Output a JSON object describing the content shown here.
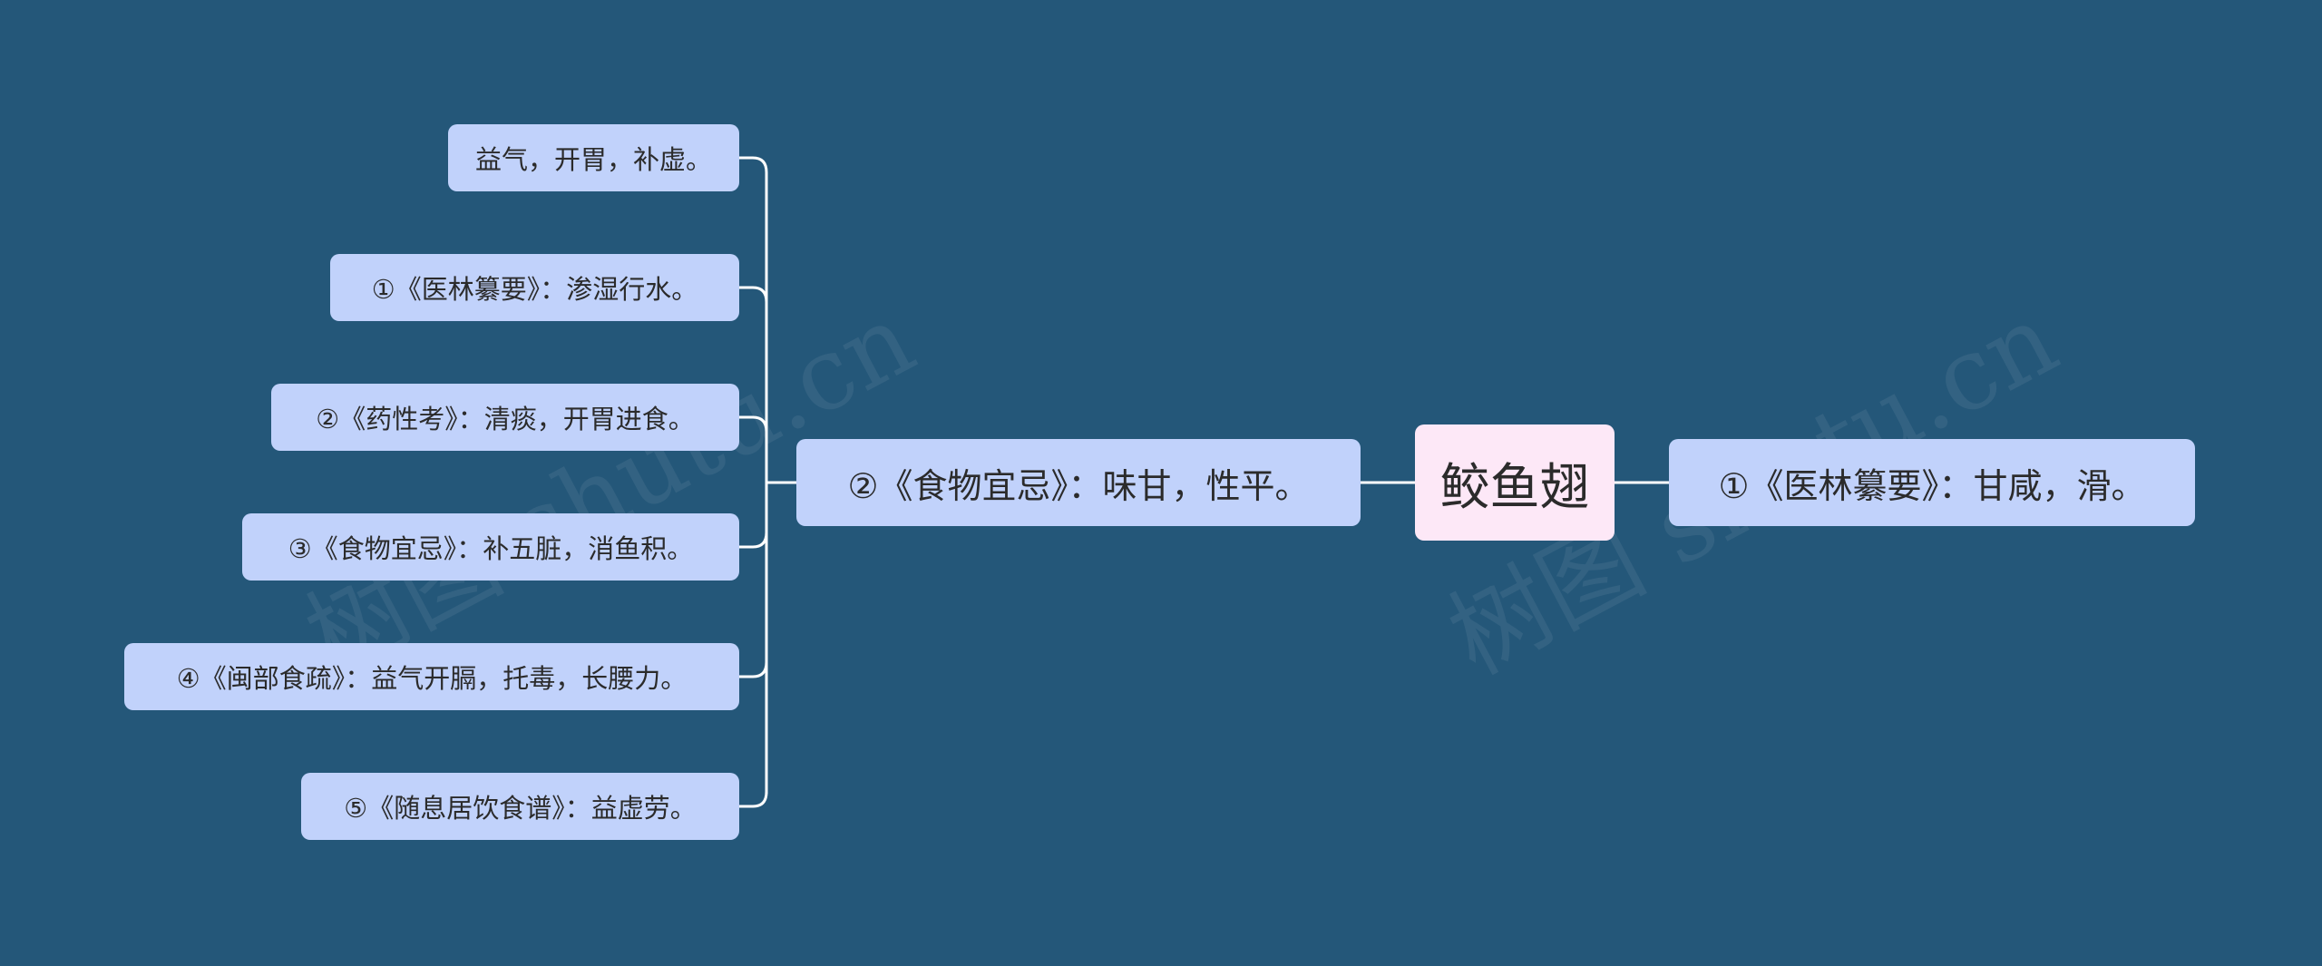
{
  "colors": {
    "background": "#245779",
    "node_fill": "#c1d2fb",
    "root_fill": "#fde8f7",
    "connector": "#ffffff"
  },
  "root": {
    "label": "鲛鱼翅"
  },
  "right_branch": {
    "label": "①《医林纂要》：甘咸，滑。"
  },
  "left_branch": {
    "label": "②《食物宜忌》：味甘，性平。",
    "children": [
      {
        "label": "益气，开胃，补虚。"
      },
      {
        "label": "①《医林纂要》：渗湿行水。"
      },
      {
        "label": "②《药性考》：清痰，开胃进食。"
      },
      {
        "label": "③《食物宜忌》：补五脏，消鱼积。"
      },
      {
        "label": "④《闽部食疏》：益气开膈，托毒，长腰力。"
      },
      {
        "label": "⑤《随息居饮食谱》：益虚劳。"
      }
    ]
  },
  "watermarks": [
    "树图 shutu.cn",
    "树图 shutu.cn"
  ]
}
